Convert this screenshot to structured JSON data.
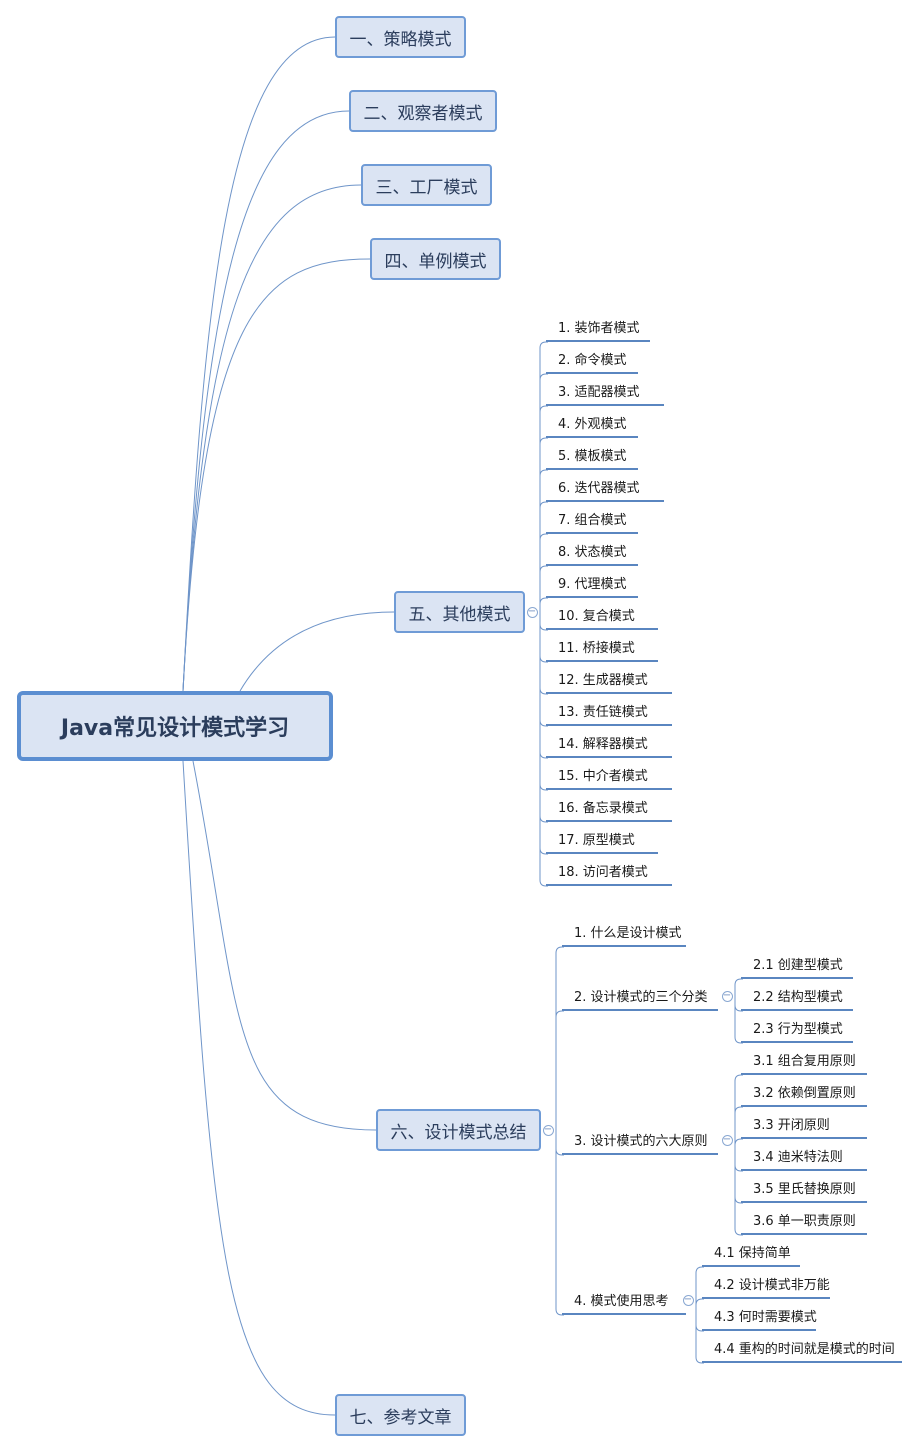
{
  "root": {
    "label": "Java常见设计模式学习"
  },
  "topics": [
    {
      "label": "一、策略模式"
    },
    {
      "label": "二、观察者模式"
    },
    {
      "label": "三、工厂模式"
    },
    {
      "label": "四、单例模式"
    },
    {
      "label": "五、其他模式",
      "children": [
        "1. 装饰者模式",
        "2. 命令模式",
        "3. 适配器模式",
        "4. 外观模式",
        "5. 模板模式",
        "6. 迭代器模式",
        "7. 组合模式",
        "8. 状态模式",
        "9. 代理模式",
        "10. 复合模式",
        "11. 桥接模式",
        "12. 生成器模式",
        "13. 责任链模式",
        "14. 解释器模式",
        "15. 中介者模式",
        "16. 备忘录模式",
        "17. 原型模式",
        "18. 访问者模式"
      ]
    },
    {
      "label": "六、设计模式总结",
      "children": [
        {
          "label": "1. 什么是设计模式"
        },
        {
          "label": "2. 设计模式的三个分类",
          "children": [
            "2.1 创建型模式",
            "2.2 结构型模式",
            "2.3 行为型模式"
          ]
        },
        {
          "label": "3. 设计模式的六大原则",
          "children": [
            "3.1 组合复用原则",
            "3.2 依赖倒置原则",
            "3.3 开闭原则",
            "3.4 迪米特法则",
            "3.5 里氏替换原则",
            "3.6 单一职责原则"
          ]
        },
        {
          "label": "4. 模式使用思考",
          "children": [
            "4.1 保持简单",
            "4.2 设计模式非万能",
            "4.3 何时需要模式",
            "4.4 重构的时间就是模式的时间"
          ]
        }
      ]
    },
    {
      "label": "七、参考文章"
    }
  ],
  "colors": {
    "line": "#6f95c9",
    "underline": "#5a86c0",
    "box_fill": "#dbe4f3",
    "box_border": "#6f9bd6",
    "root_border": "#5b8ed1"
  },
  "toggle_symbol": "⊖"
}
